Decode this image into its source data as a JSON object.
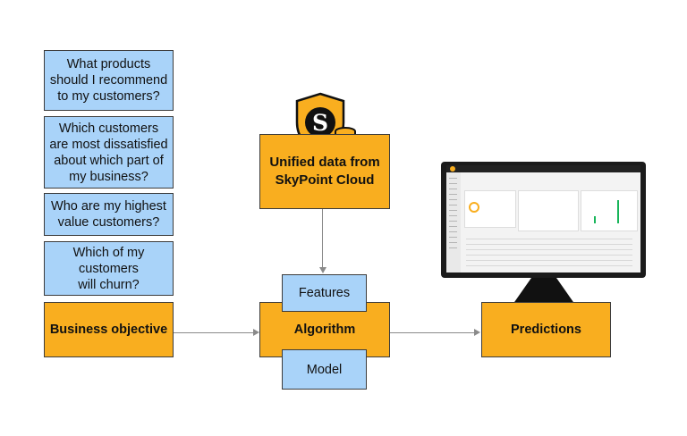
{
  "questions": [
    "What products\nshould I recommend\nto my customers?",
    "Which customers\nare most dissatisfied\nabout which part of\nmy business?",
    "Who are my highest\nvalue customers?",
    "Which of my\ncustomers\nwill churn?"
  ],
  "business_objective": "Business objective",
  "unified_data": "Unified data from\nSkyPoint Cloud",
  "features": "Features",
  "algorithm": "Algorithm",
  "model": "Model",
  "predictions": "Predictions",
  "logo_letter": "S",
  "colors": {
    "orange": "#f9ae1f",
    "blue": "#a9d3f9",
    "green": "#18b55a",
    "dark": "#111111"
  },
  "icons": [
    "skypoint-shield-icon",
    "database-icon",
    "monitor-icon"
  ]
}
